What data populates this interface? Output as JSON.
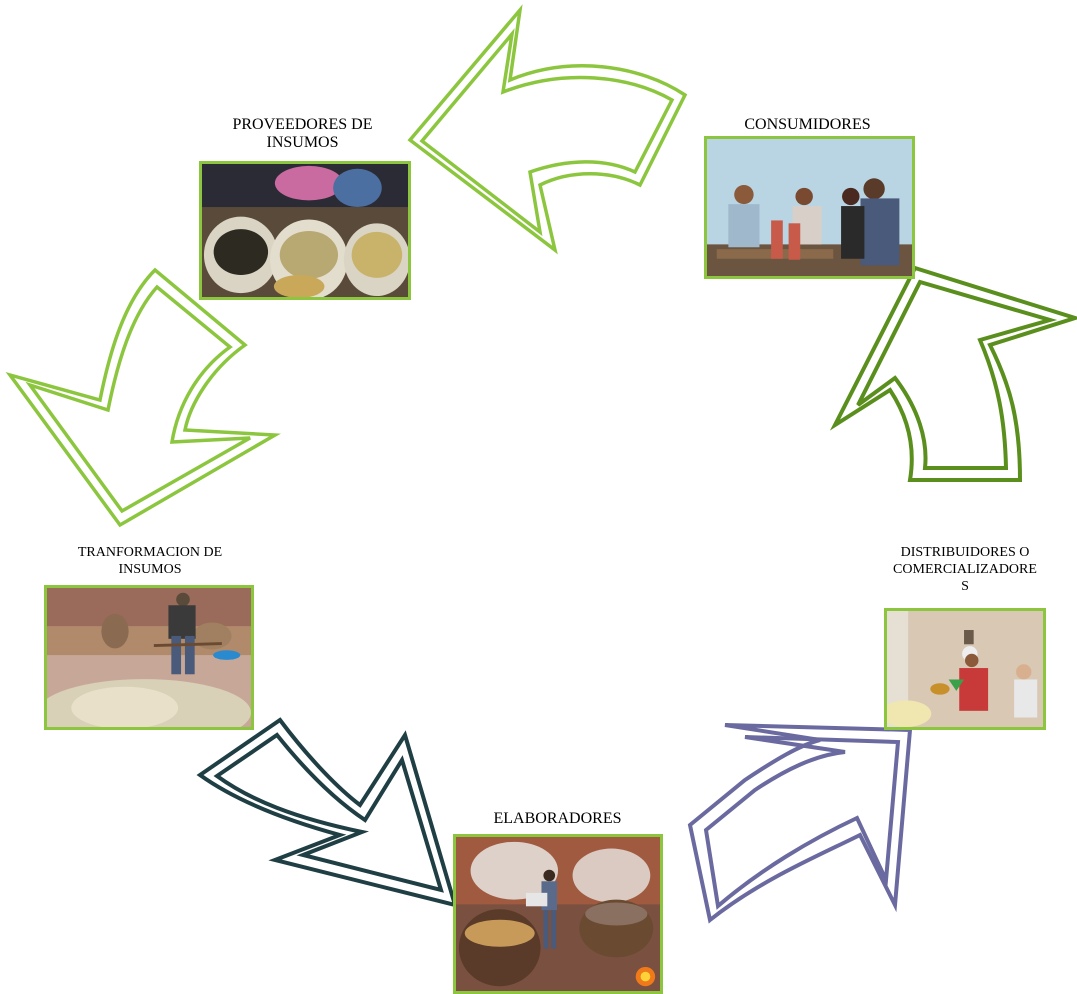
{
  "nodes": {
    "proveedores": {
      "label": "PROVEEDORES DE\nINSUMOS",
      "photo": "sacks of grains and seeds"
    },
    "consumidores": {
      "label": "CONSUMIDORES",
      "photo": "people seated at table with bottles"
    },
    "transformacion": {
      "label": "TRANFORMACION DE\nINSUMOS",
      "photo": "man working with shovel"
    },
    "distribuidores": {
      "label": "DISTRIBUIDORES O\nCOMERCIALIZADORE\nS",
      "photo": "woman pouring with funnel"
    },
    "elaboradores": {
      "label": "ELABORADORES",
      "photo": "steaming vats"
    }
  },
  "colors": {
    "photo_border": "#8cc63f",
    "arrow_light_green": "#8cc63f",
    "arrow_dark_green": "#5a8f1e",
    "arrow_dark_teal": "#1f3f45",
    "arrow_purple": "#6b6aa0"
  },
  "arrows": [
    {
      "name": "arrow-consumidores-to-proveedores",
      "color_key": "arrow_light_green"
    },
    {
      "name": "arrow-proveedores-to-transformacion",
      "color_key": "arrow_light_green"
    },
    {
      "name": "arrow-transformacion-to-elaboradores",
      "color_key": "arrow_dark_teal"
    },
    {
      "name": "arrow-elaboradores-to-distribuidores",
      "color_key": "arrow_purple"
    },
    {
      "name": "arrow-distribuidores-to-consumidores",
      "color_key": "arrow_dark_green"
    }
  ]
}
